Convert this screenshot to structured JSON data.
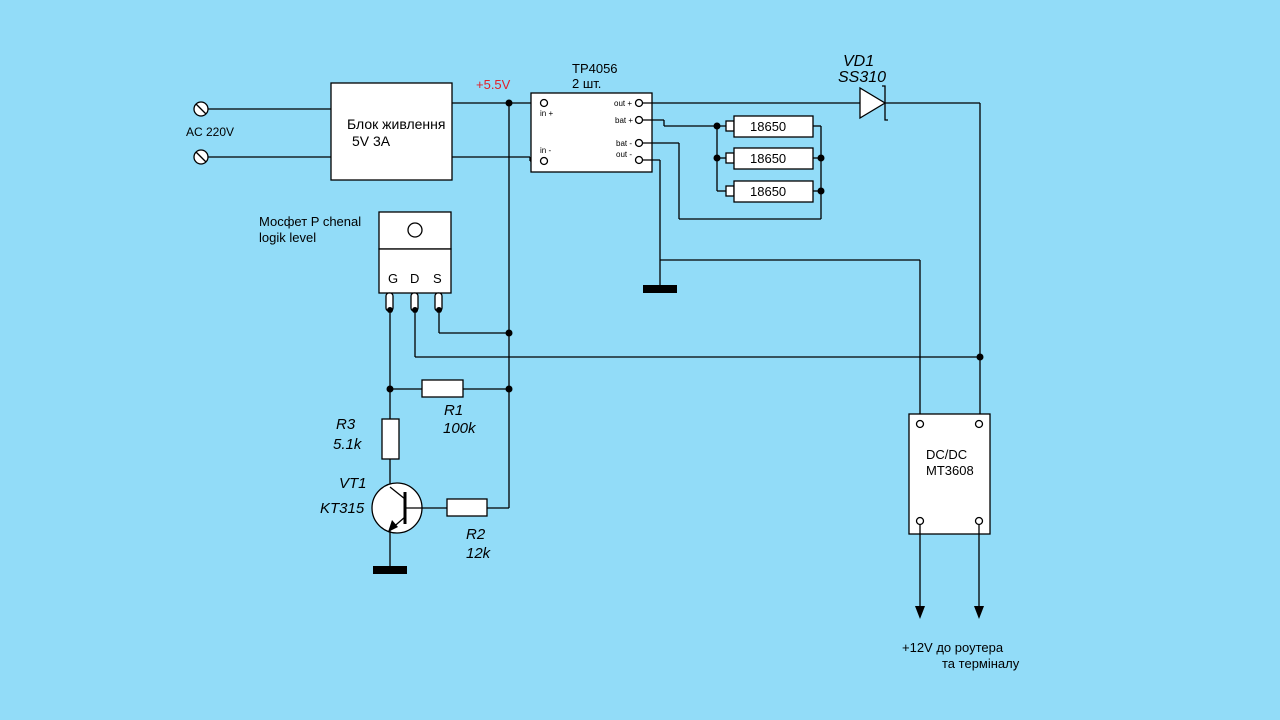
{
  "power": {
    "ac_label": "AC 220V",
    "psu_line1": "Блок живлення",
    "psu_line2": "5V 3A",
    "rail_label": "+5.5V",
    "rail_color": "#E0202A"
  },
  "charger": {
    "name": "TP4056",
    "qty": "2 шт.",
    "pin_in_plus": "in +",
    "pin_in_minus": "in -",
    "pin_out_plus": "out +",
    "pin_bat_plus": "bat +",
    "pin_bat_minus": "bat -",
    "pin_out_minus": "out -"
  },
  "batteries": [
    "18650",
    "18650",
    "18650"
  ],
  "diode": {
    "ref": "VD1",
    "part": "SS310"
  },
  "mosfet": {
    "label_line1": "Мосфет P chenal",
    "label_line2": "logik level",
    "pin_g": "G",
    "pin_d": "D",
    "pin_s": "S"
  },
  "resistors": {
    "r1_ref": "R1",
    "r1_val": "100k",
    "r2_ref": "R2",
    "r2_val": "12k",
    "r3_ref": "R3",
    "r3_val": "5.1k"
  },
  "transistor": {
    "ref": "VT1",
    "part": "KT315"
  },
  "dcdc": {
    "line1": "DC/DC",
    "line2": "MT3608"
  },
  "output": {
    "line1": "+12V до роутера",
    "line2": "та терміналу"
  }
}
